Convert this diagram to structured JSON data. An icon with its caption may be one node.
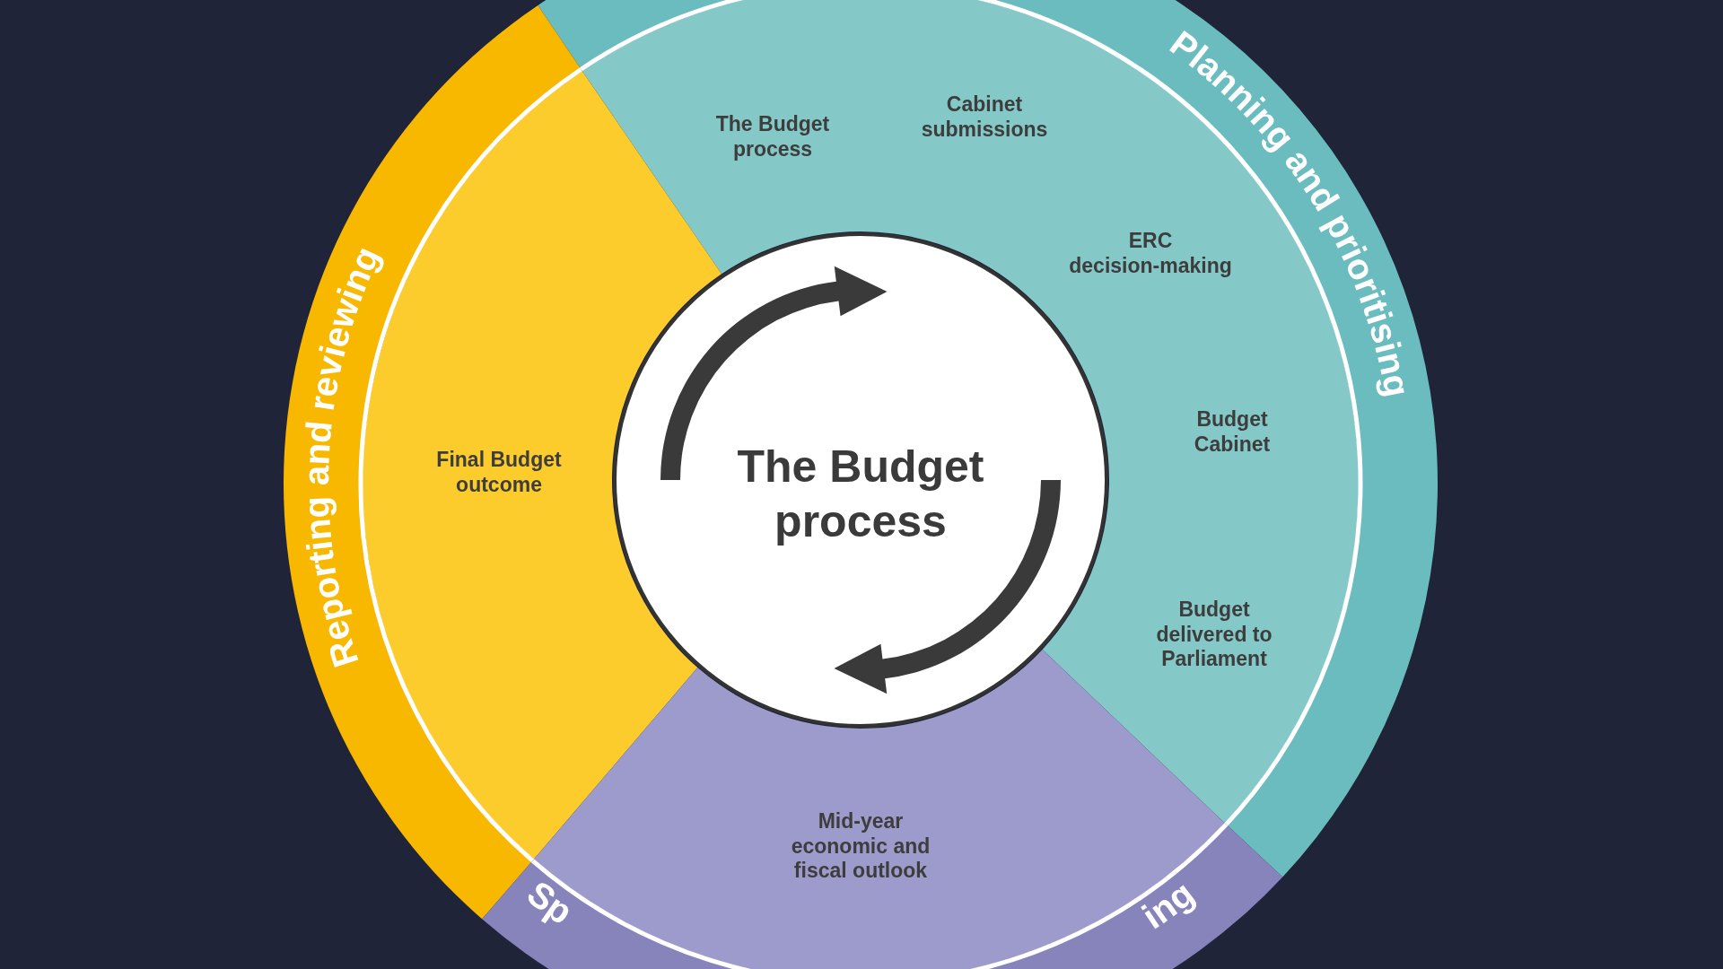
{
  "diagram": {
    "nodes": [
      {
        "text": [
          "Planning and prioritising"
        ]
      },
      {
        "text": [
          "The Budget process",
          "Cabinet submissions",
          "ERC decision-making",
          "Budget Cabinet",
          "Budget delivered to Parliament"
        ]
      },
      {
        "text": [
          "Reporting and reviewing"
        ]
      },
      {
        "text": [
          "Final Budget outcome"
        ]
      },
      {
        "text": [
          "Sp",
          "ing"
        ]
      },
      {
        "text": [
          "Mid-year economic and fiscal outlook"
        ]
      },
      {
        "text": [
          "The Budget process"
        ]
      }
    ]
  }
}
